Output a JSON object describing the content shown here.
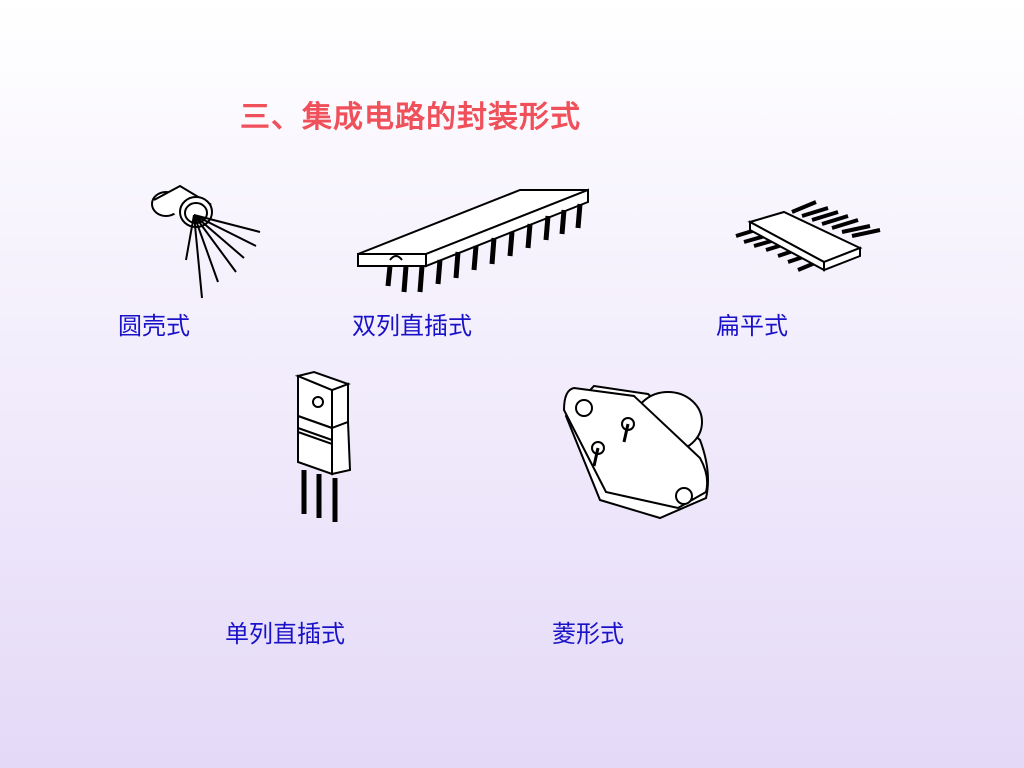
{
  "slide": {
    "title": "三、集成电路的封装形式",
    "title_color": "#f0505a",
    "label_color": "#1a12c8"
  },
  "packages": [
    {
      "label": "圆壳式",
      "icon": "metal-can-package-icon"
    },
    {
      "label": "双列直插式",
      "icon": "dip-package-icon"
    },
    {
      "label": "扁平式",
      "icon": "flat-package-icon"
    },
    {
      "label": "单列直插式",
      "icon": "sip-package-icon"
    },
    {
      "label": "菱形式",
      "icon": "diamond-package-icon"
    }
  ]
}
